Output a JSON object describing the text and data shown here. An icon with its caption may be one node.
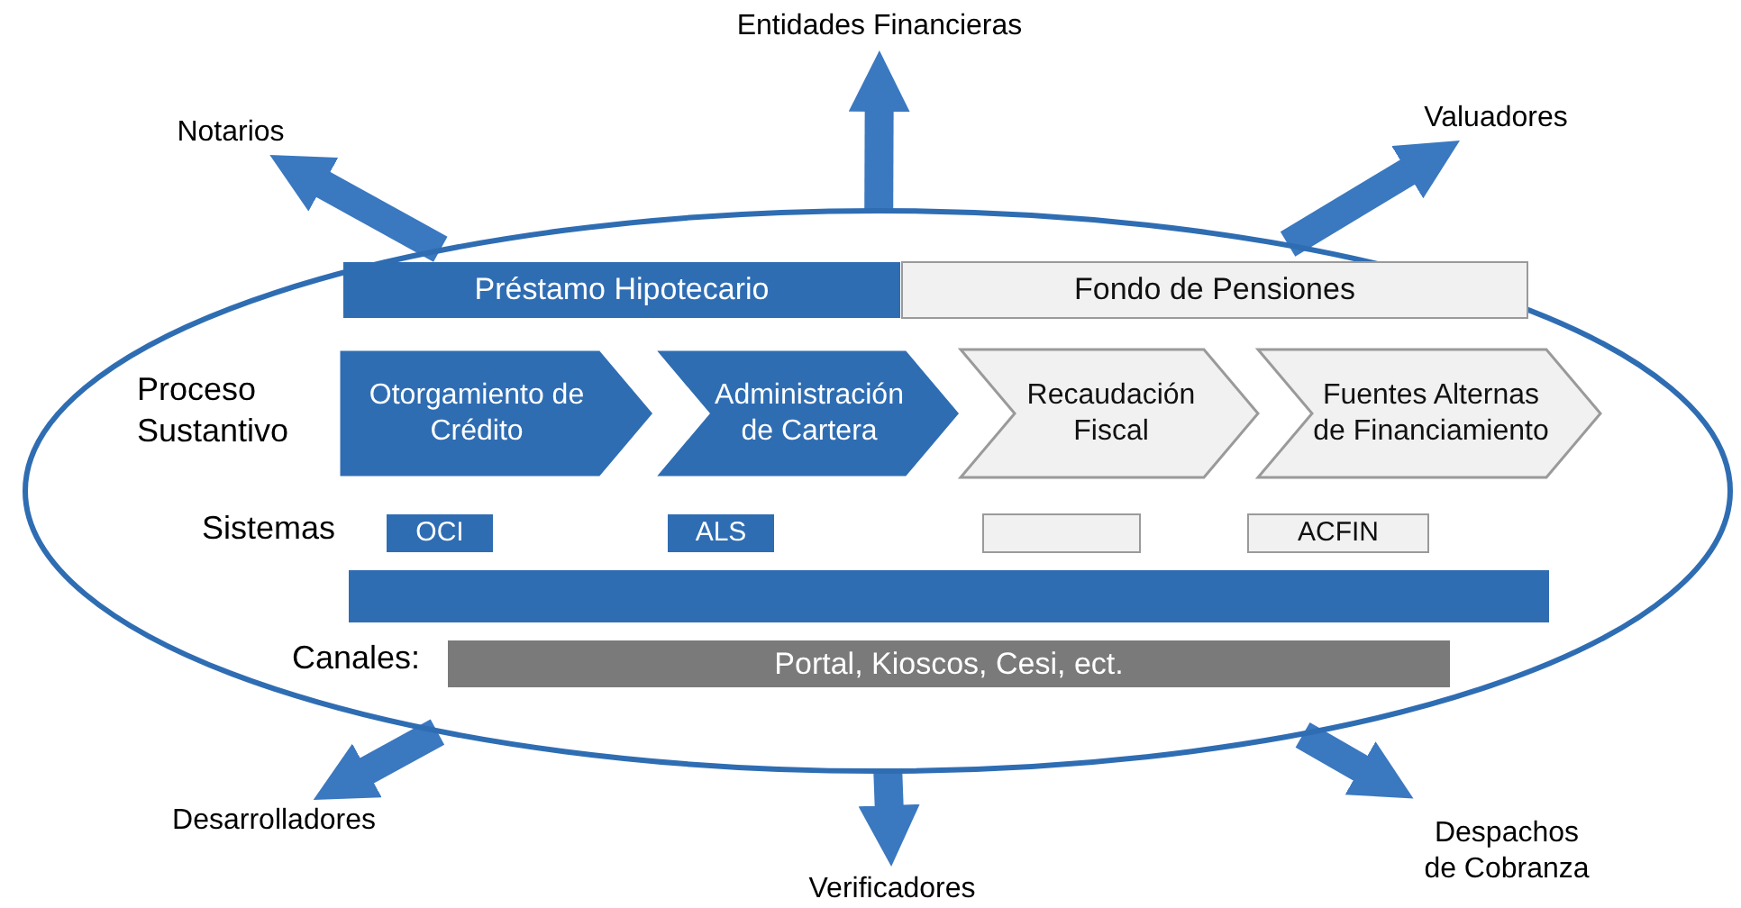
{
  "diagram": {
    "nodes": [
      {
        "text": [],
        "shape": "ellipse"
      },
      {
        "text": [
          "Préstamo Hipotecario"
        ],
        "in": 0
      },
      {
        "text": [
          "Fondo de Pensiones"
        ],
        "in": 0
      },
      {
        "text": [
          "Otorgamiento de Crédito"
        ],
        "in": 0
      },
      {
        "text": [
          "Administración de Cartera"
        ],
        "in": 0
      },
      {
        "text": [
          "Recaudación Fiscal"
        ],
        "in": 0
      },
      {
        "text": [
          "Fuentes Alternas de Financiamiento"
        ],
        "in": 0
      },
      {
        "text": [
          "OCI"
        ],
        "in": 0
      },
      {
        "text": [
          "ALS"
        ],
        "in": 0
      },
      {
        "text": [],
        "shape": "box",
        "in": 0
      },
      {
        "text": [
          "ACFIN"
        ],
        "in": 0
      },
      {
        "text": [],
        "shape": "bar",
        "in": 0
      },
      {
        "text": [
          "Portal, Kioscos, Cesi, ect."
        ],
        "in": 0
      },
      {
        "text": [
          "Entidades Financieras"
        ]
      },
      {
        "text": [
          "Notarios"
        ]
      },
      {
        "text": [
          "Valuadores"
        ]
      },
      {
        "text": [
          "Desarrolladores"
        ]
      },
      {
        "text": [
          "Verificadores"
        ]
      },
      {
        "text": [
          "Despachos de Cobranza"
        ]
      }
    ],
    "edges": [
      {
        "from": 0,
        "to": 13,
        "arrow": "to"
      },
      {
        "from": 0,
        "to": 14,
        "arrow": "to"
      },
      {
        "from": 0,
        "to": 15,
        "arrow": "to"
      },
      {
        "from": 0,
        "to": 16,
        "arrow": "to"
      },
      {
        "from": 0,
        "to": 17,
        "arrow": "to"
      },
      {
        "from": 0,
        "to": 18,
        "arrow": "to"
      }
    ],
    "labels": [
      "Proceso Sustantivo",
      "Sistemas",
      "Canales:"
    ]
  }
}
